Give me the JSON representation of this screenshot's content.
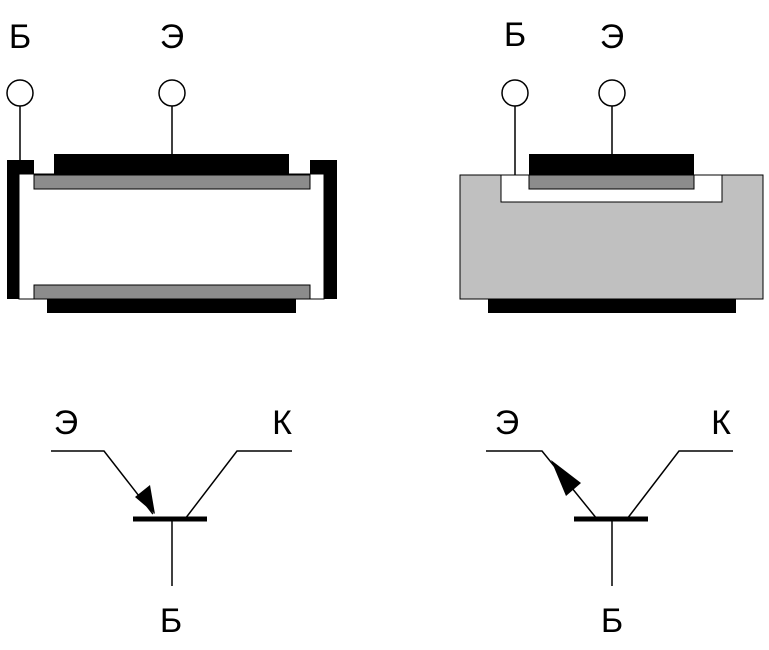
{
  "colors": {
    "line": "#000000",
    "fill_black": "#000000",
    "fill_dark_gray": "#8c8c8c",
    "fill_light_gray": "#c0c0c0",
    "background": "#ffffff"
  },
  "structure_left": {
    "base_label": "Б",
    "emitter_label": "Э"
  },
  "structure_right": {
    "base_label": "Б",
    "emitter_label": "Э"
  },
  "symbol_left": {
    "emitter_label": "Э",
    "collector_label": "К",
    "base_label": "Б",
    "arrow_direction": "inward"
  },
  "symbol_right": {
    "emitter_label": "Э",
    "collector_label": "К",
    "base_label": "Б",
    "arrow_direction": "outward"
  }
}
